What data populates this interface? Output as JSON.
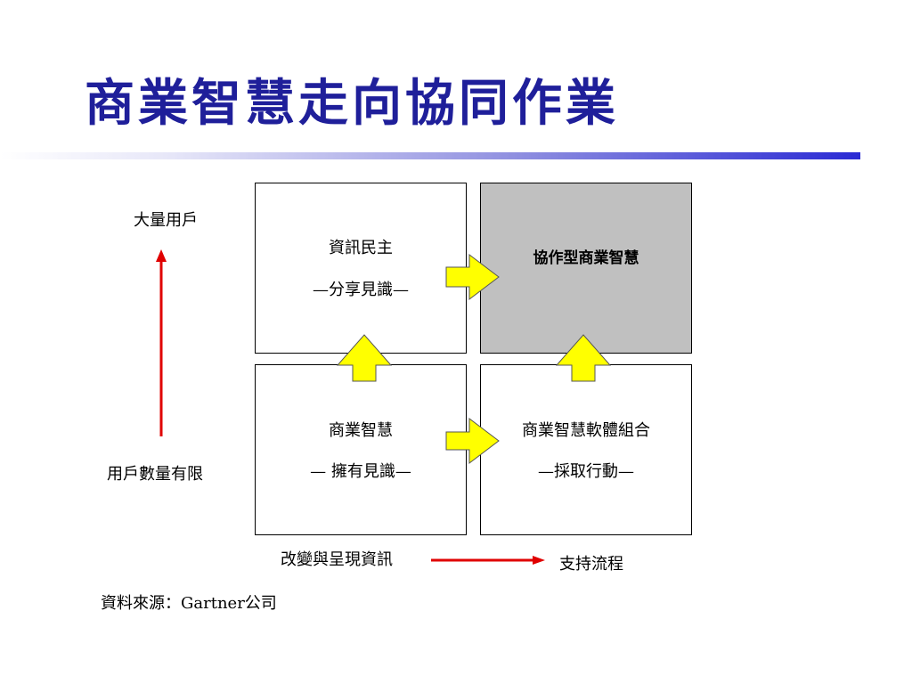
{
  "slide": {
    "title": "商業智慧走向協同作業",
    "accent_color": "#1f1f9a",
    "bar_color": "#2a2ad4"
  },
  "quadrants": {
    "top_left": {
      "line1": "資訊民主",
      "line2": "—分享見識—"
    },
    "top_right": {
      "line1": "協作型商業智慧"
    },
    "bottom_left": {
      "line1": "商業智慧",
      "line2": "— 擁有見識—"
    },
    "bottom_right": {
      "line1": "商業智慧軟體組合",
      "line2": "—採取行動—"
    }
  },
  "axes": {
    "y_top": "大量用戶",
    "y_bottom": "用戶數量有限",
    "x_left": "改變與呈現資訊",
    "x_right": "支持流程",
    "arrow_color": "#e00000"
  },
  "flow_arrows": {
    "fill": "#ffff00",
    "stroke": "#555555"
  },
  "source": "資料來源：Gartner公司"
}
